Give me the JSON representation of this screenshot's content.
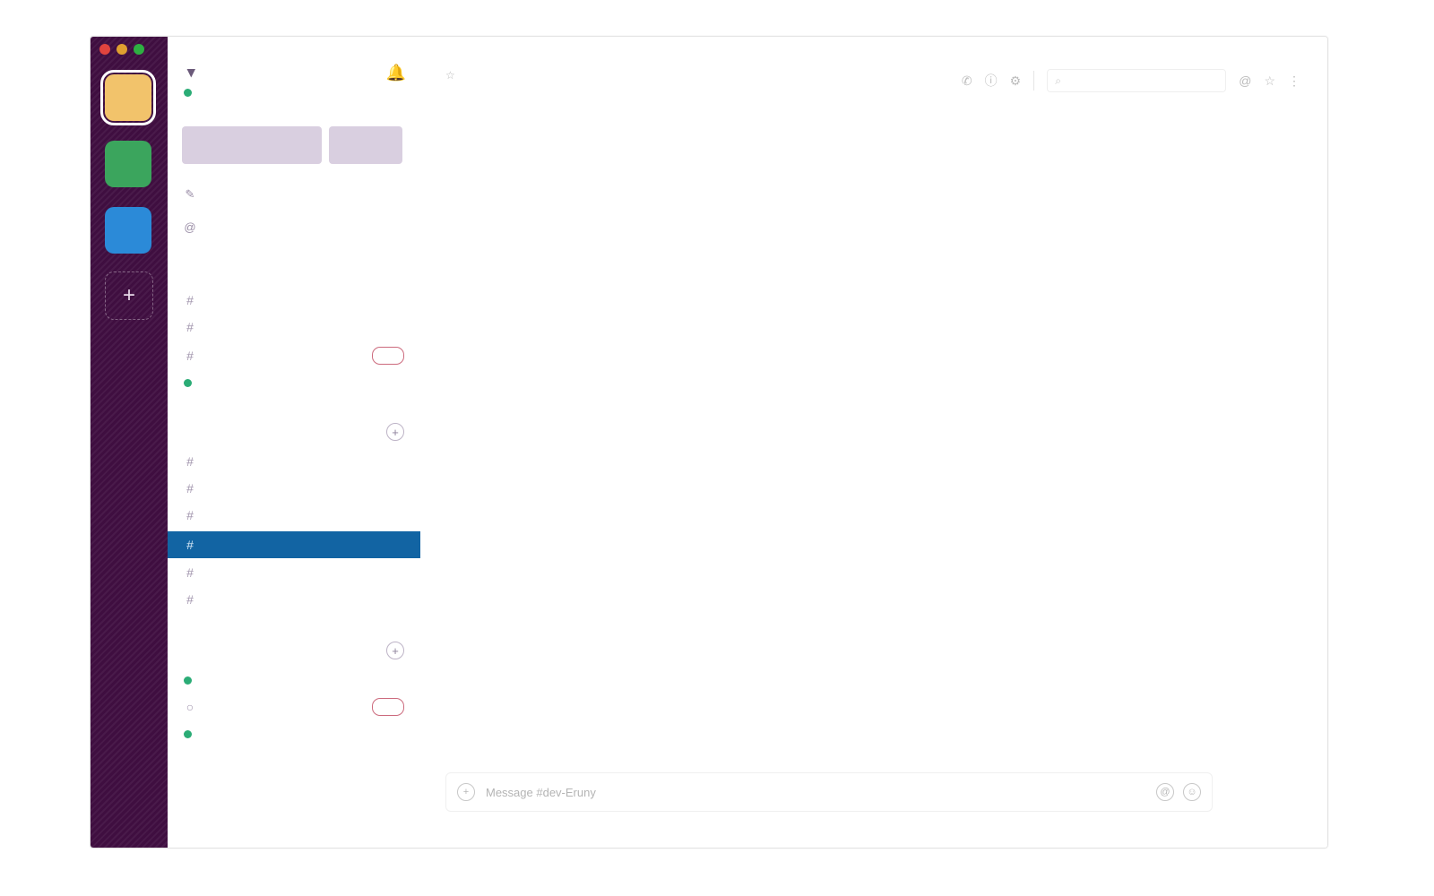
{
  "window": {
    "traffic_lights": [
      "close",
      "minimize",
      "zoom"
    ]
  },
  "workspaces": [
    {
      "initial": "",
      "color": "#f2c36b",
      "active": true
    },
    {
      "initial": "",
      "color": "#3ba55d",
      "active": false
    },
    {
      "initial": "",
      "color": "#2b8ad8",
      "active": false
    }
  ],
  "workspace_add": "+",
  "sidebar": {
    "workspace_name": "",
    "workspace_chevron": "▾",
    "user_name": "",
    "bell_icon": "🔔",
    "tiles": [
      "",
      ""
    ],
    "nav": [
      {
        "icon": "✎",
        "label": ""
      },
      {
        "icon": "@",
        "label": ""
      }
    ],
    "sections": [
      {
        "label": "",
        "plus": "",
        "channels": [
          {
            "label": "",
            "selected": false
          },
          {
            "label": "",
            "selected": false
          },
          {
            "label": "",
            "selected": false,
            "badge": ""
          },
          {
            "label": "",
            "selected": false,
            "online": true
          }
        ]
      },
      {
        "label": "",
        "plus": "+",
        "channels": [
          {
            "label": ""
          },
          {
            "label": ""
          },
          {
            "label": ""
          },
          {
            "label": "",
            "selected": true
          },
          {
            "label": ""
          },
          {
            "label": ""
          }
        ]
      },
      {
        "label": "",
        "plus": "+",
        "channels": [
          {
            "label": "",
            "online": true
          },
          {
            "label": "",
            "badge": ""
          },
          {
            "label": "",
            "online": true
          }
        ]
      }
    ]
  },
  "main": {
    "channel_title": "",
    "channel_topic": "",
    "search_placeholder": "",
    "composer_placeholder": "Message #dev-Eruny",
    "composer_icons": [
      "+",
      "@",
      "☺"
    ],
    "colors": {
      "accent": "#1264a3",
      "rail": "#3f0e40",
      "online": "#2bac76"
    }
  }
}
